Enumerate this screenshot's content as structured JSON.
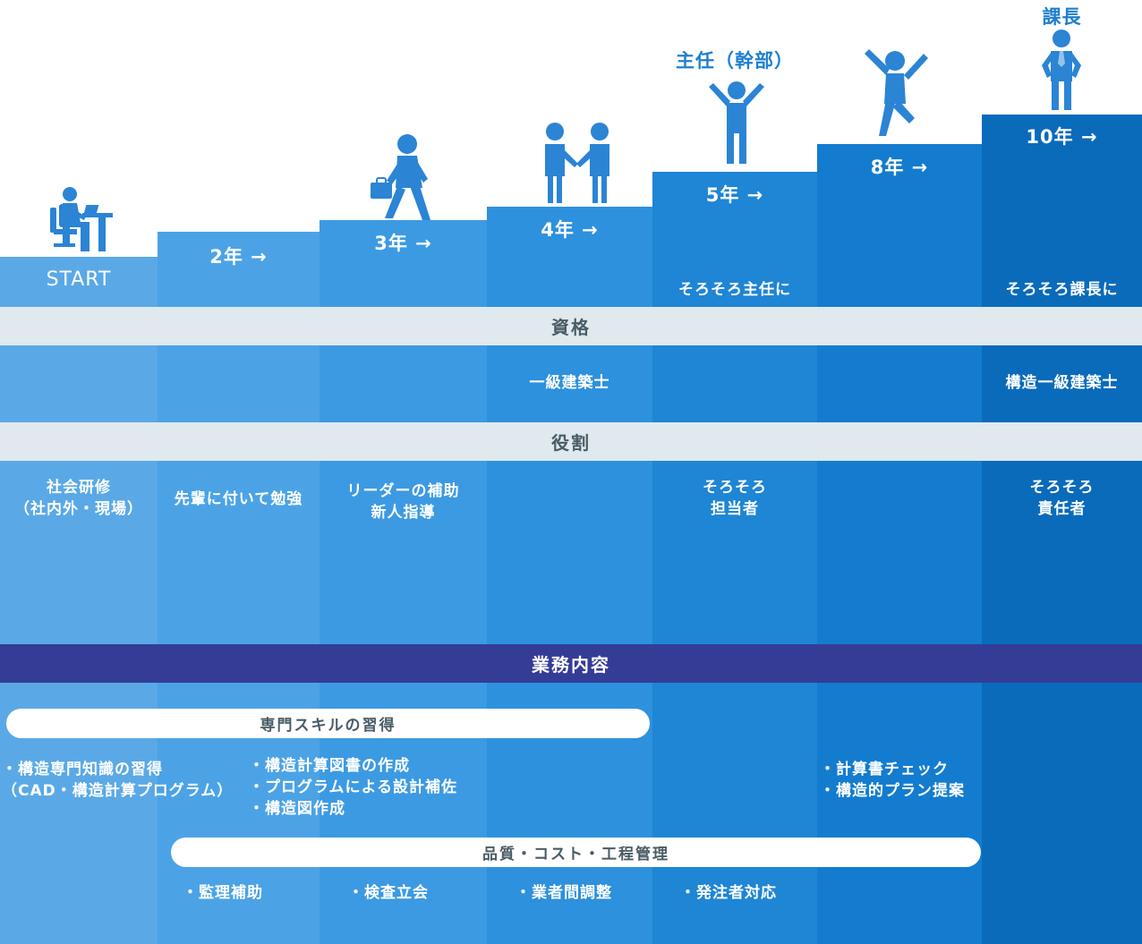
{
  "colors": {
    "light_band": "#dfe9ee",
    "dark_band": "#343c96",
    "figure": "#2b84d4"
  },
  "steps": [
    {
      "label": "START",
      "note": ""
    },
    {
      "label": "2年 →",
      "note": ""
    },
    {
      "label": "3年 →",
      "note": ""
    },
    {
      "label": "4年 →",
      "note": ""
    },
    {
      "label": "5年 →",
      "note": "そろそろ主任に"
    },
    {
      "label": "8年 →",
      "note": ""
    },
    {
      "label": "10年 →",
      "note": "そろそろ課長に"
    }
  ],
  "titles": {
    "shunin": "主任（幹部）",
    "kacho": "課長"
  },
  "figures": [
    "desk-worker-icon",
    "walking-businessman-icon",
    "handshake-icon",
    "cheering-person-icon",
    "jumping-person-icon",
    "standing-manager-icon"
  ],
  "sections": {
    "shikaku": "資格",
    "yakuwari": "役割",
    "gyomu": "業務内容"
  },
  "qualifications": {
    "c4": "一級建築士",
    "c7": "構造一級建築士"
  },
  "roles": {
    "c1_line1": "社会研修",
    "c1_line2": "（社内外・現場）",
    "c2": "先輩に付いて勉強",
    "c3_line1": "リーダーの補助",
    "c3_line2": "新人指導",
    "c5_line1": "そろそろ",
    "c5_line2": "担当者",
    "c7_line1": "そろそろ",
    "c7_line2": "責任者"
  },
  "work": {
    "pill1": "専門スキルの習得",
    "pill2": "品質・コスト・工程管理",
    "t1_line1": "・構造専門知識の習得",
    "t1_line2": "（CAD・構造計算プログラム）",
    "t2_line1": "・構造計算図書の作成",
    "t2_line2": "・プログラムによる設計補佐",
    "t2_line3": "・構造図作成",
    "t3_line1": "・計算書チェック",
    "t3_line2": "・構造的プラン提案",
    "b1": "・監理補助",
    "b2": "・検査立会",
    "b3": "・業者間調整",
    "b4": "・発注者対応"
  }
}
